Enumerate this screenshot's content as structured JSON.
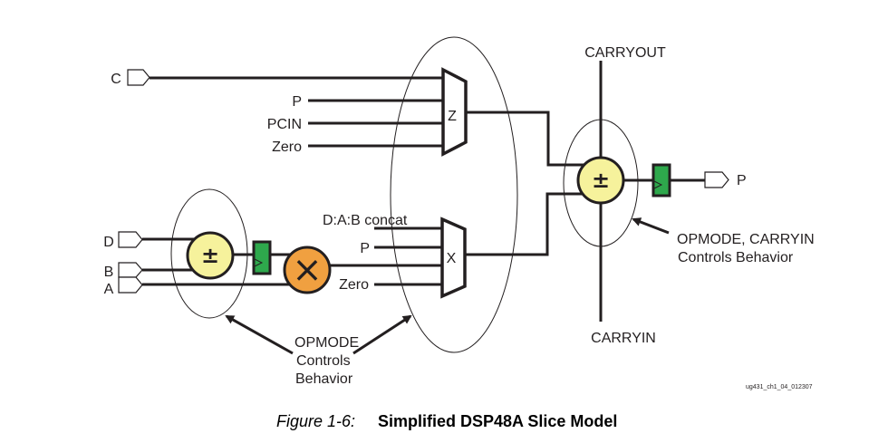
{
  "figure": {
    "caption_label": "Figure 1-6:",
    "caption_title": "Simplified DSP48A Slice Model",
    "figure_id": "ug431_ch1_04_012307"
  },
  "colors": {
    "adder": "#f6f29c",
    "multiplier": "#f0a040",
    "register": "#2ea84c",
    "wire": "#231f20"
  },
  "inputs": {
    "c": "C",
    "d": "D",
    "b": "B",
    "a": "A"
  },
  "z_mux": {
    "label": "Z",
    "inputs": [
      "P",
      "PCIN",
      "Zero"
    ]
  },
  "x_mux": {
    "label": "X",
    "inputs": [
      "D:A:B concat",
      "P",
      "Zero"
    ]
  },
  "pre_adder": {
    "symbol": "±"
  },
  "multiplier": {
    "symbol": "×"
  },
  "post_adder": {
    "symbol": "±",
    "carry_out": "CARRYOUT",
    "carry_in": "CARRYIN"
  },
  "output": {
    "p": "P"
  },
  "annotations": {
    "opmode_lines": [
      "OPMODE",
      "Controls",
      "Behavior"
    ],
    "post_adder_lines": [
      "OPMODE, CARRYIN",
      "Controls Behavior"
    ]
  }
}
